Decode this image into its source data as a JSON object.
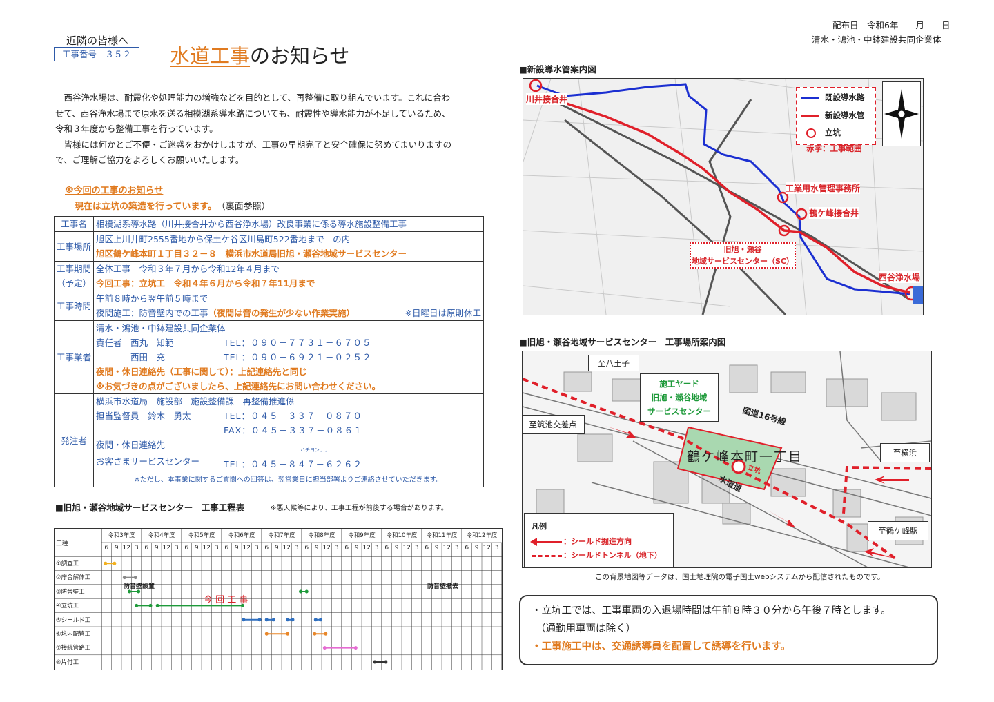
{
  "header": {
    "date_label": "配布日　令和6年　　月　　日",
    "company": "清水・鴻池・中鉢建設共同企業体",
    "addressee": "近隣の皆様へ",
    "job_number": "工事番号　３５２",
    "title_highlight": "水道工事",
    "title_rest": "のお知らせ"
  },
  "intro": [
    "　西谷浄水場は、耐震化や処理能力の増強などを目的として、再整備に取り組んでいます。これに合わ",
    "せて、西谷浄水場まで原水を送る相模湖系導水路についても、耐震性や導水能力が不足しているため、",
    "令和３年度から整備工事を行っています。",
    "　皆様には何かとご不便・ご迷惑をおかけしますが、工事の早期完了と安全確保に努めてまいりますの",
    "で、ご理解ご協力をよろしくお願いいたします。"
  ],
  "current": {
    "heading": "※今回の工事のお知らせ",
    "text": "現在は立坑の築造を行っています。",
    "ref": "（裏面参照）"
  },
  "info": {
    "name": {
      "label": "工事名",
      "value": "相模湖系導水路（川井接合井から西谷浄水場）改良事業に係る導水施設整備工事"
    },
    "place": {
      "label": "工事場所",
      "line1": "旭区上川井町2555番地から保土ケ谷区川島町522番地まで　の内",
      "line2": "旭区鶴ケ峰本町１丁目３２－８　横浜市水道局旧旭・瀬谷地域サービスセンター"
    },
    "period": {
      "label1": "工事期間",
      "label2": "（予定）",
      "line1": "全体工事　令和３年７月から令和12年４月まで",
      "line2": "今回工事：立坑工　令和４年６月から令和７年11月まで"
    },
    "hours": {
      "label": "工事時間",
      "line1": "午前８時から翌午前５時まで",
      "line2": "夜間施工：防音壁内での工事",
      "line2b": "（夜間は音の発生が少ない作業実施）",
      "line2c": "※日曜日は原則休工"
    },
    "contractor": {
      "label": "工事業者",
      "line1": "清水・鴻池・中鉢建設共同企業体",
      "person1": "責任者　西丸　知範",
      "tel1": "TEL：０９０－７７３１－６７０５",
      "person2": "　　　　西田　充",
      "tel2": "TEL：０９０－６９２１－０２５２",
      "night": "夜間・休日連絡先（工事に関して）：上記連絡先と同じ",
      "note": "※お気づきの点がございましたら、上記連絡先にお問い合わせください。"
    },
    "client": {
      "label": "発注者",
      "line1": "横浜市水道局　施設部　施設整備課　再整備推進係",
      "person": "担当監督員　鈴木　勇太",
      "tel": "TEL：０４５－３３７－０８７０",
      "fax": "FAX：０４５－３３７－０８６１",
      "night": "夜間・休日連絡先",
      "center": "お客さまサービスセンター",
      "ruby": "ハチヨンナナ",
      "tel2": "TEL：０４５－８４７－６２６２",
      "note": "※ただし、本事業に関するご質問への回答は、翌営業日に担当部署よりご連絡させていただきます。"
    }
  },
  "schedule": {
    "title": "■旧旭・瀬谷地域サービスセンター　工事工程表",
    "note": "※悪天候等により、工事工程が前後する場合があります。",
    "item_header": "工種",
    "years": [
      "令和3年度",
      "令和4年度",
      "令和5年度",
      "令和6年度",
      "令和7年度",
      "令和8年度",
      "令和9年度",
      "令和10年度",
      "令和11年度",
      "令和12年度"
    ],
    "months": [
      "6",
      "9",
      "12",
      "3"
    ],
    "rows": [
      "①調査工",
      "②庁舎解体工",
      "③防音壁工",
      "④立坑工",
      "⑤シールド工",
      "⑥坑内配管工",
      "⑦接続管路工",
      "⑧片付工"
    ],
    "labels": {
      "install": "防音壁設置",
      "remove": "防音壁撤去",
      "current": "今 回 工 事"
    },
    "colors": {
      "survey": "#f2b01e",
      "demolish": "#888888",
      "wall": "#1e9a3a",
      "shaft": "#1e9a3a",
      "shield": "#2f6fbf",
      "pipe": "#e8872a",
      "connect": "#e56cd2",
      "cleanup": "#333333"
    }
  },
  "map1": {
    "title": "■新設導水管案内図",
    "legend_existing": "既設導水路",
    "legend_new": "新設導水管",
    "legend_shaft": "立坑",
    "legend_note": "赤字：工事範囲",
    "kawai": "川井接合井",
    "office": "工業用水管理事務所",
    "tsurugamine": "鶴ケ峰接合井",
    "center1": "旧旭・瀬谷",
    "center2": "地域サービスセンター（SC）",
    "nishiya": "西谷浄水場",
    "colors": {
      "existing": "#1b2fd1",
      "new": "#e0202a"
    }
  },
  "map2": {
    "title": "■旧旭・瀬谷地域サービスセンター　工事場所案内図",
    "yard1": "施工ヤード",
    "yard2": "旧旭・瀬谷地域",
    "yard3": "サービスセンター",
    "route16": "国道16号線",
    "town": "鶴ケ峰本町一丁目",
    "waterway": "水道道",
    "shaft": "立坑",
    "to_hachioji": "至八王子",
    "to_chikuike": "至筑池交差点",
    "to_yokohama": "至横浜",
    "to_station": "至鶴ケ峰駅",
    "legend_title": "凡例",
    "legend_arrow": "：シールド掘進方向",
    "legend_tunnel": "：シールドトンネル（地下）",
    "credit": "この背景地図等データは、国土地理院の電子国土webシステムから配信されたものです。"
  },
  "notice": {
    "line1": "・立坑工では、工事車両の入退場時間は午前８時３０分から午後７時とします。",
    "line2": "（通勤用車両は除く）",
    "line3": "・工事施工中は、交通誘導員を配置して誘導を行います。"
  }
}
